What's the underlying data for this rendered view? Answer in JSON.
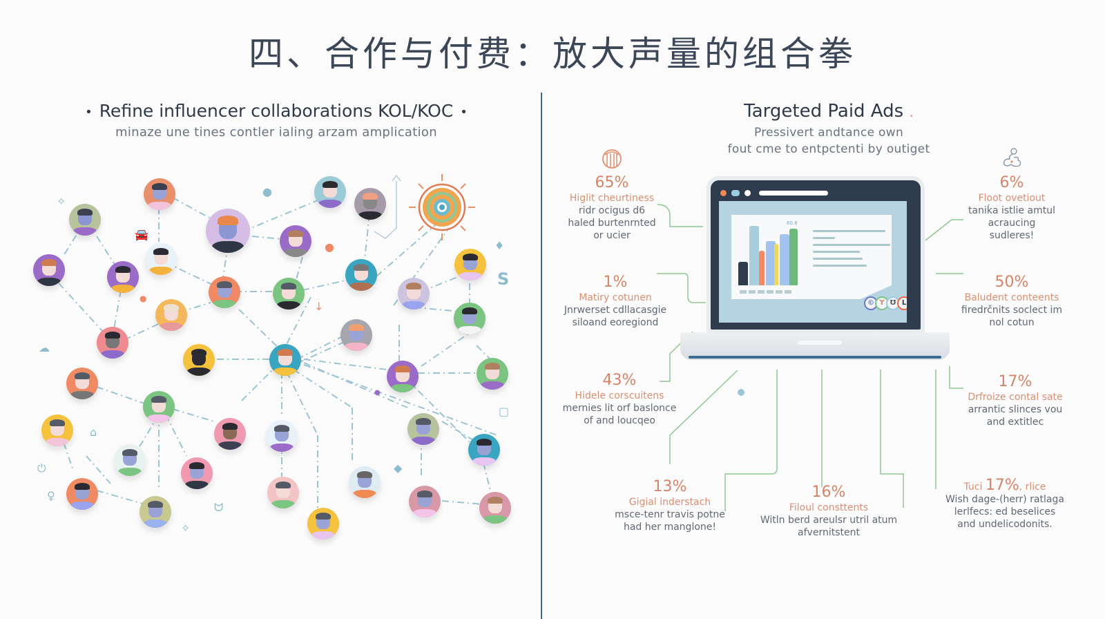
{
  "title": "四、合作与付费：放大声量的组合拳",
  "left_panel": {
    "heading": "Refine influencer collaborations KOL/KOC",
    "bullet_glyph": "•",
    "subheading": "minaze une tines contler ialing arzam amplication",
    "diagram": "influencer-network",
    "hub_icon": "target-sun-icon",
    "decorative_icons": [
      "sparkle-icon",
      "car-icon",
      "cloud-icon",
      "home-icon",
      "power-icon",
      "tag-icon",
      "cat-icon",
      "diamond-icon",
      "chat-icon",
      "letter-s-icon",
      "arrow-down-icon"
    ]
  },
  "right_panel": {
    "heading": "Targeted Paid Ads",
    "heading_dot": ".",
    "subheading_lines": [
      "Pressivert andtance own",
      "fout cme to entpctenti by outiget"
    ],
    "laptop": {
      "chart_label": "60.8",
      "bar_colors": [
        "#2f3c4e",
        "#a9cede",
        "#ef8a65",
        "#a3c3ef",
        "#f1d75e",
        "#a3c3ef",
        "#6db87a"
      ],
      "bar_heights": [
        34,
        86,
        50,
        64,
        60,
        74,
        82
      ]
    },
    "stats": [
      {
        "id": "top-left",
        "icon": "globe-icon",
        "percent": "65%",
        "label": "Higlit cheurtiness",
        "desc": [
          "ridr ocigus d6",
          "haled burtenrnted",
          "or ucier"
        ]
      },
      {
        "id": "top-right",
        "icon": "link-cloud-icon",
        "percent": "6%",
        "label": "Floot ovetiout",
        "desc": [
          "taniḱa istlie amtul",
          "acraucing",
          "sudleres!"
        ]
      },
      {
        "id": "mid-left",
        "percent": "1%",
        "label": "Matiry cotunen",
        "desc": [
          "Jnrwerset cdllacasgie",
          "siloand eoregiond"
        ]
      },
      {
        "id": "mid-right",
        "percent": "50%",
        "label": "Baludent conteents",
        "desc": [
          "firedrčnits soclect im",
          "nol cotun"
        ]
      },
      {
        "id": "low-left",
        "percent": "43%",
        "label": "Hidele corscuitens",
        "desc": [
          "mernies lit orf baslonce",
          "of and loucqeo"
        ]
      },
      {
        "id": "low-right",
        "percent": "17%",
        "label": "Drfroize contal sate",
        "desc": [
          "arrantic slinces vou",
          "and extitlec"
        ]
      },
      {
        "id": "bottom-left",
        "percent": "13%",
        "label": "Gigial inderstach",
        "desc": [
          "msce-tenr travis potne",
          "had her manglone!"
        ]
      },
      {
        "id": "bottom-center",
        "percent": "16%",
        "label": "Filoul consttents",
        "desc": [
          "Witln berd areulsr utril atum",
          "afvernitstent"
        ]
      },
      {
        "id": "bottom-right",
        "prefix": "Tuci",
        "percent": "17%",
        "suffix": ", rlice",
        "desc": [
          "Wish dage-(herr) ratlaga",
          "lerlfecs: ed beselices",
          "and undelicodonits."
        ]
      }
    ]
  },
  "colors": {
    "title": "#3b4656",
    "divider": "#3f6680",
    "accent_orange": "#d48468",
    "connector_green": "#8fc893",
    "network_line": "#9cc4d2"
  }
}
